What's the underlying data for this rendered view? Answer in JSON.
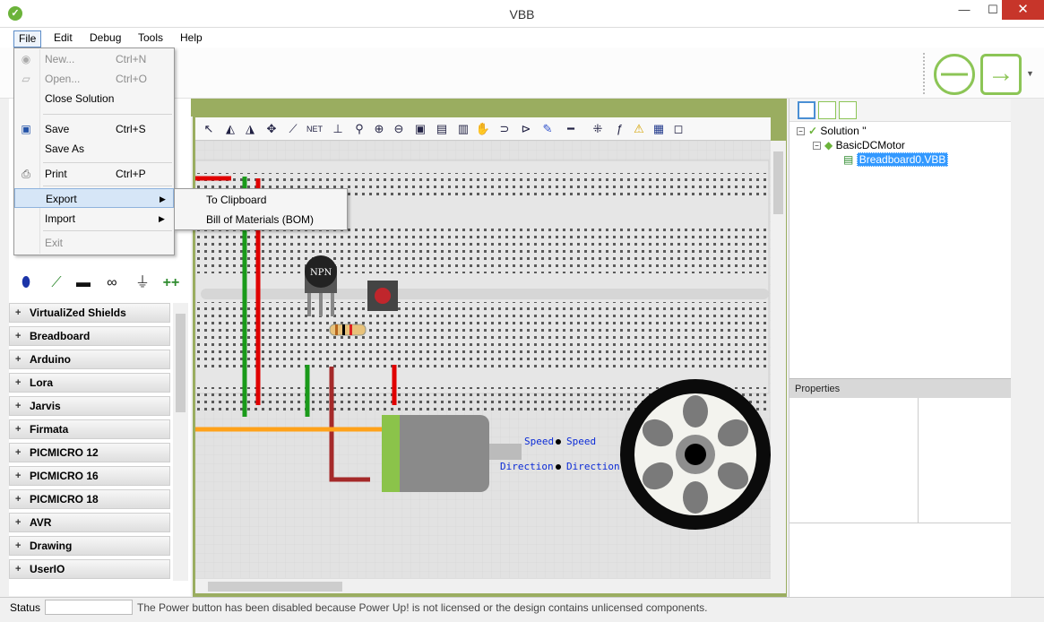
{
  "window": {
    "title": "VBB",
    "app_icon": "vbb-logo-icon",
    "minimize": "—",
    "maximize": "☐",
    "close": "✕"
  },
  "menubar": {
    "items": [
      "File",
      "Edit",
      "Debug",
      "Tools",
      "Help"
    ]
  },
  "file_menu": {
    "items": [
      {
        "label": "New...",
        "shortcut": "Ctrl+N",
        "disabled": true
      },
      {
        "label": "Open...",
        "shortcut": "Ctrl+O",
        "disabled": true
      },
      {
        "label": "Close Solution",
        "shortcut": ""
      },
      {
        "label": "Save",
        "shortcut": "Ctrl+S"
      },
      {
        "label": "Save As",
        "shortcut": ""
      },
      {
        "label": "Print",
        "shortcut": "Ctrl+P"
      },
      {
        "label": "Export",
        "shortcut": "",
        "submenu": true
      },
      {
        "label": "Import",
        "shortcut": "",
        "submenu": true
      },
      {
        "label": "Exit",
        "shortcut": "",
        "disabled": true
      }
    ]
  },
  "export_submenu": {
    "items": [
      "To Clipboard",
      "Bill of Materials (BOM)"
    ]
  },
  "categories": [
    "VirtualiZed Shields",
    "Breadboard",
    "Arduino",
    "Lora",
    "Jarvis",
    "Firmata",
    "PICMICRO 12",
    "PICMICRO 16",
    "PICMICRO 18",
    "AVR",
    "Drawing",
    "UserIO"
  ],
  "canvas": {
    "transistor_label": "NPN",
    "motor_labels": {
      "speed_left": "Speed",
      "speed_right": "Speed",
      "direction_left": "Direction",
      "direction_right": "Direction"
    }
  },
  "solution_tree": {
    "root": "Solution ''",
    "project": "BasicDCMotor",
    "file": "Breadboard0.VBB"
  },
  "properties": {
    "header": "Properties"
  },
  "status": {
    "label": "Status",
    "message": "The Power button has been disabled because Power Up! is not licensed or the design contains unlicensed components."
  },
  "colors": {
    "accent_green": "#8cc556",
    "frame_green": "#9aad60",
    "selection_blue": "#3399ff"
  }
}
